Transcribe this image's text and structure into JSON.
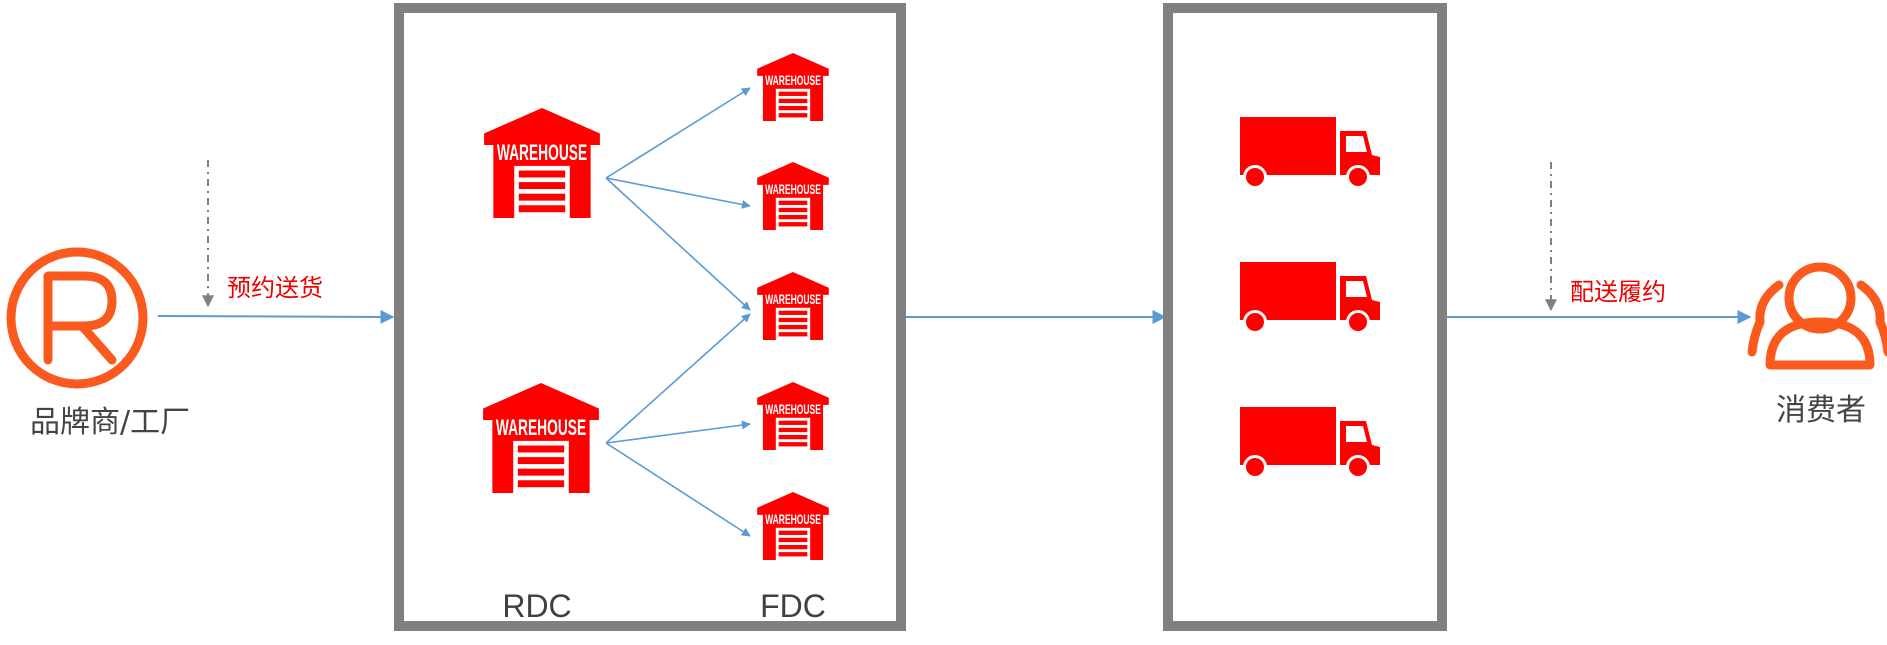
{
  "nodes": {
    "brand": {
      "label": "品牌商/工厂",
      "icon": "registered-trademark-icon"
    },
    "consumer": {
      "label": "消费者",
      "icon": "users-icon"
    }
  },
  "edges": {
    "inbound": {
      "label": "预约送货"
    },
    "delivery": {
      "label": "配送履约"
    }
  },
  "warehouse_box": {
    "rdc_label": "RDC",
    "fdc_label": "FDC",
    "warehouse_sign": "WAREHOUSE",
    "rdc_count": 2,
    "fdc_count": 5
  },
  "truck_box": {
    "truck_count": 3,
    "icon": "truck-icon"
  },
  "colors": {
    "icon_red": "#ff0000",
    "brand_orange": "#fa5a1e",
    "arrow_blue": "#5b9bd5",
    "frame_gray": "#808080",
    "label_red": "#ee0000"
  }
}
